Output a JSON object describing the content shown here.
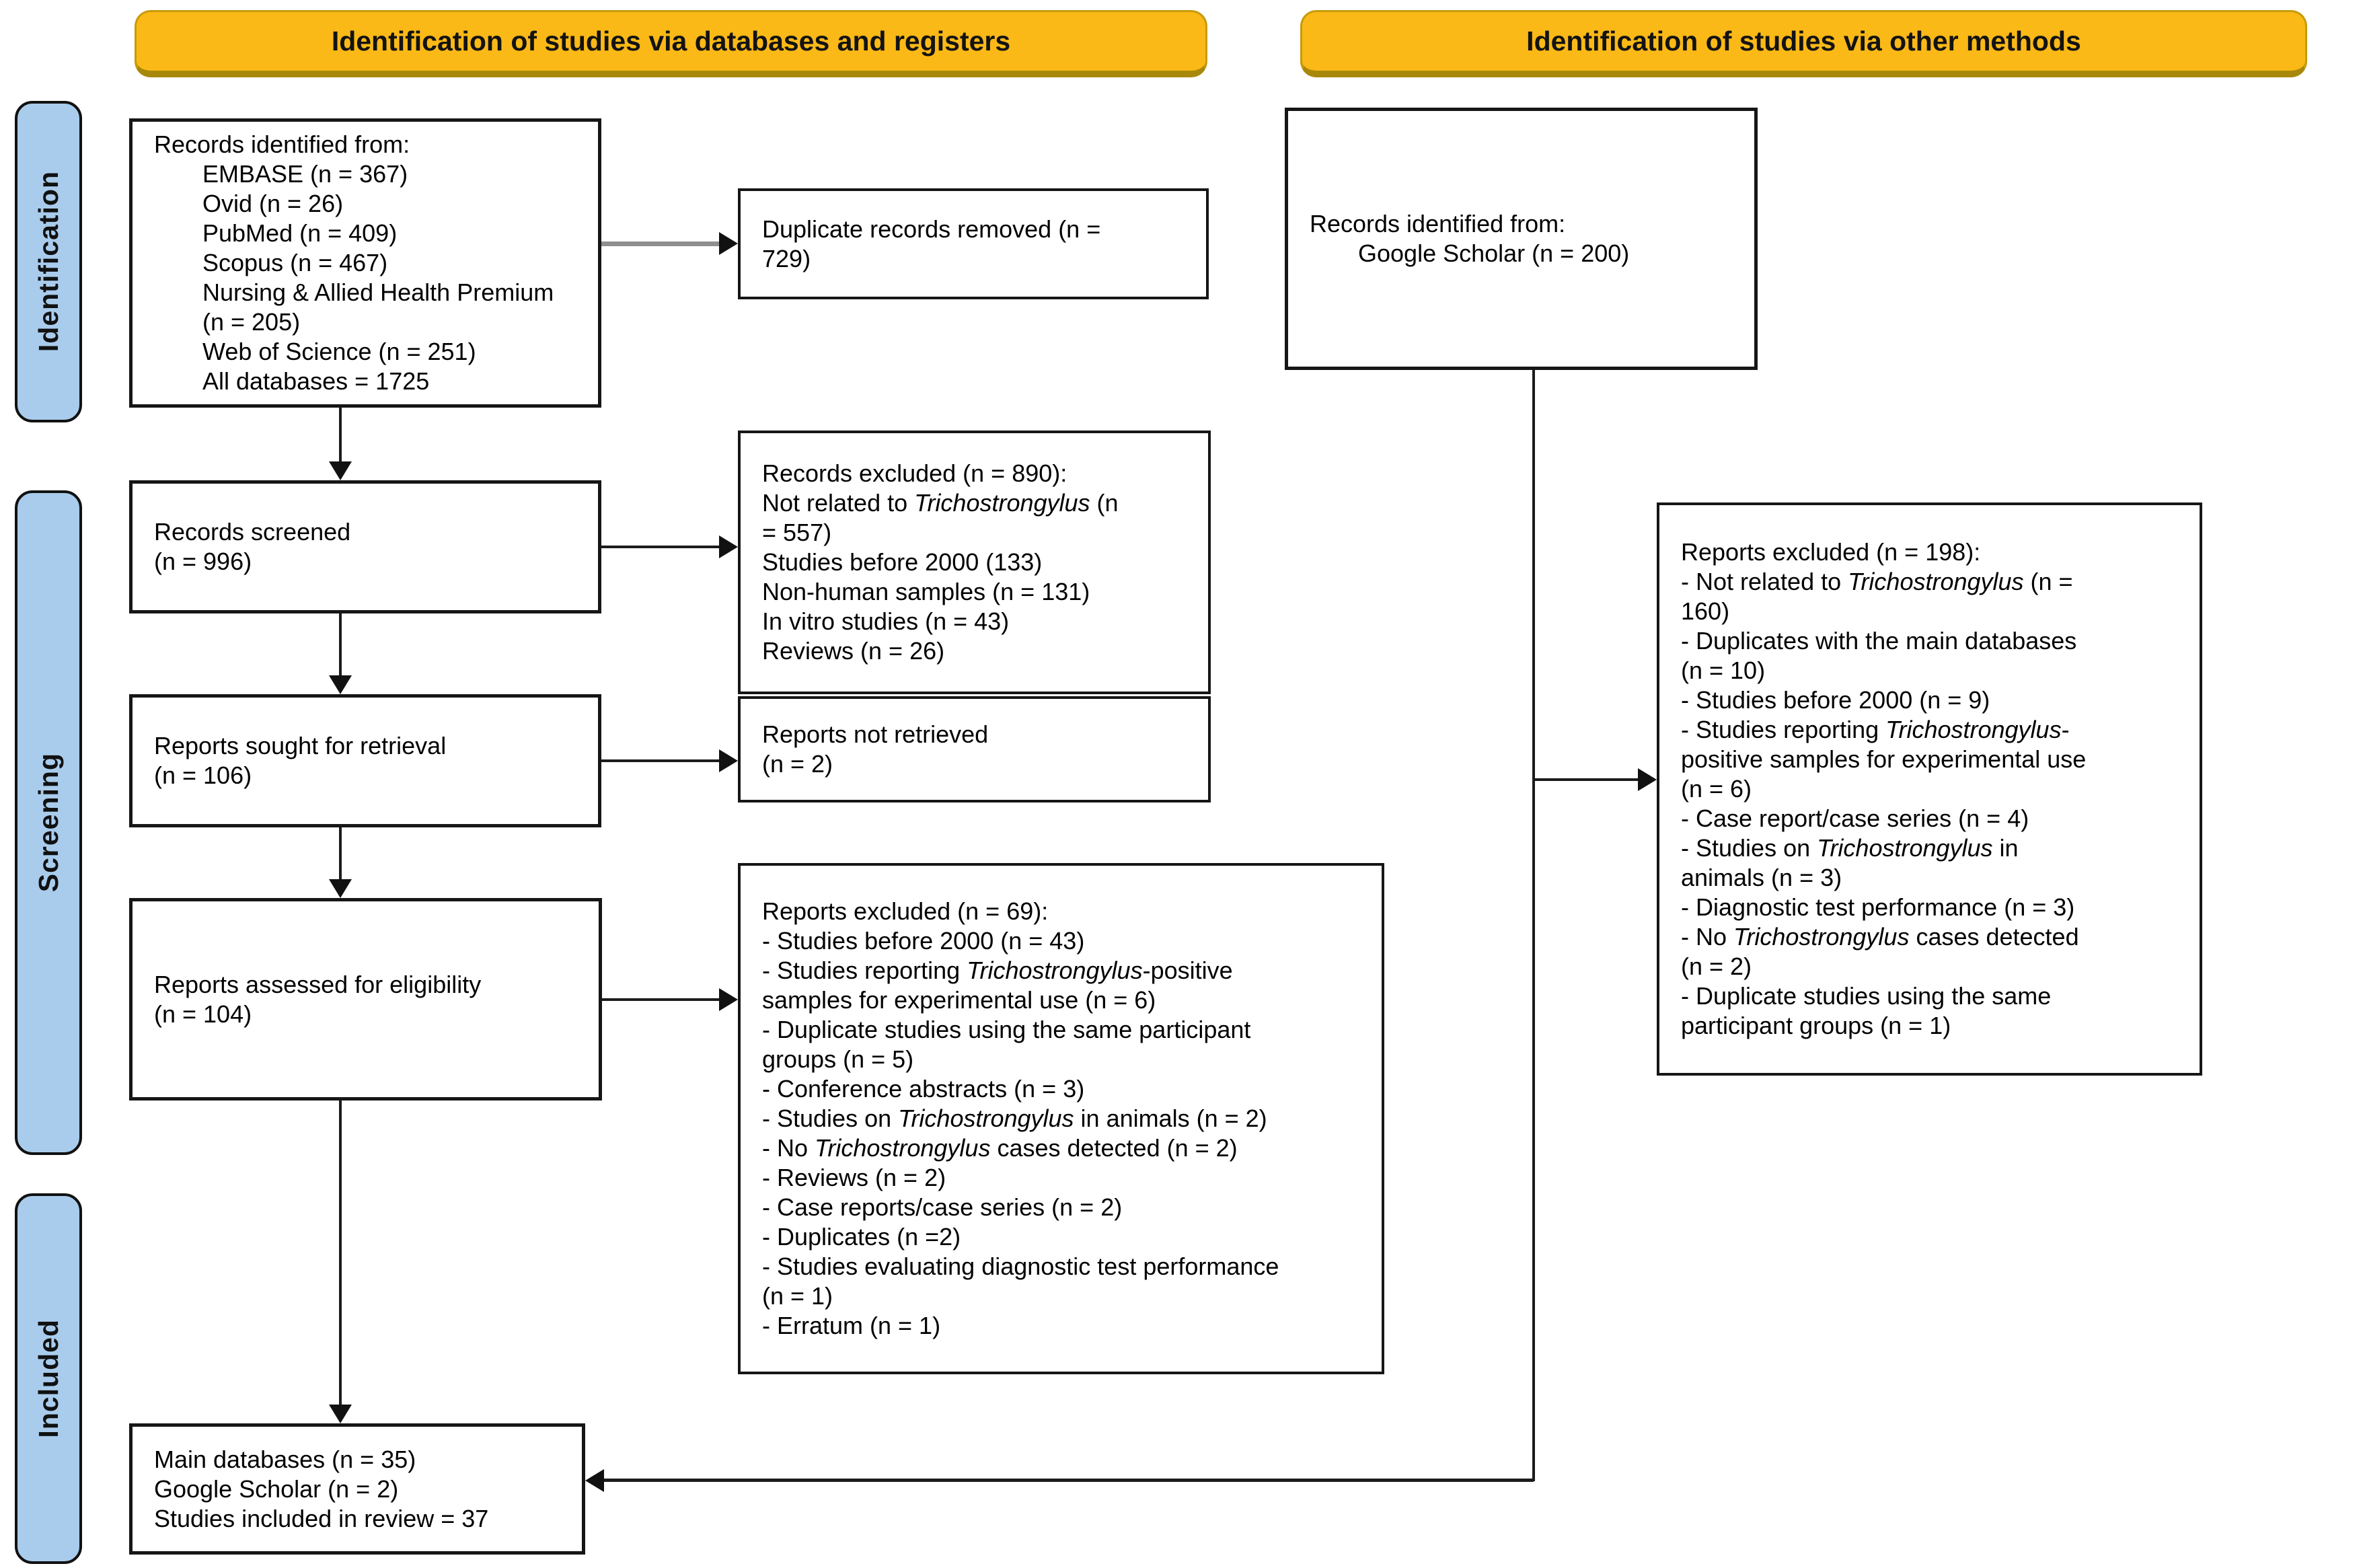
{
  "colors": {
    "banner_fill": "#FBB917",
    "banner_edge": "#C79B0B",
    "banner_shadow": "#A8880A",
    "sidebar_fill": "#A9CCEC"
  },
  "banners": {
    "left": "Identification of studies via databases and registers",
    "right": "Identification of studies via other methods"
  },
  "sidebar": {
    "identification": "Identification",
    "screening": "Screening",
    "included": "Included"
  },
  "boxes": {
    "records_identified_db": {
      "lines": [
        {
          "runs": [
            "Records identified from:"
          ]
        },
        {
          "indent": 1,
          "runs": [
            "EMBASE (n = 367)"
          ]
        },
        {
          "indent": 1,
          "runs": [
            "Ovid (n = 26)"
          ]
        },
        {
          "indent": 1,
          "runs": [
            "PubMed (n = 409)"
          ]
        },
        {
          "indent": 1,
          "runs": [
            "Scopus (n = 467)"
          ]
        },
        {
          "indent": 1,
          "runs": [
            "Nursing & Allied Health Premium"
          ]
        },
        {
          "indent": 1,
          "runs": [
            "(n = 205)"
          ]
        },
        {
          "indent": 1,
          "runs": [
            "Web of Science (n = 251)"
          ]
        },
        {
          "indent": 1,
          "runs": [
            "All databases = 1725"
          ]
        }
      ]
    },
    "duplicate_records_removed": {
      "lines": [
        {
          "runs": [
            "Duplicate records removed (n ="
          ]
        },
        {
          "runs": [
            "729)"
          ]
        }
      ]
    },
    "records_screened": {
      "lines": [
        {
          "runs": [
            "Records screened"
          ]
        },
        {
          "runs": [
            "(n = 996)"
          ]
        }
      ]
    },
    "records_excluded_890": {
      "lines": [
        {
          "runs": [
            "Records excluded (n = 890):"
          ]
        },
        {
          "runs": [
            "Not related to ",
            {
              "t": "Trichostrongylus",
              "i": 1
            },
            " (n"
          ]
        },
        {
          "runs": [
            "= 557)"
          ]
        },
        {
          "runs": [
            "Studies before 2000 (133)"
          ]
        },
        {
          "runs": [
            "Non-human samples (n = 131)"
          ]
        },
        {
          "runs": [
            "In vitro studies (n = 43)"
          ]
        },
        {
          "runs": [
            "Reviews (n = 26)"
          ]
        }
      ]
    },
    "reports_sought": {
      "lines": [
        {
          "runs": [
            "Reports sought for retrieval"
          ]
        },
        {
          "runs": [
            "(n = 106)"
          ]
        }
      ]
    },
    "reports_not_retrieved": {
      "lines": [
        {
          "runs": [
            "Reports not retrieved"
          ]
        },
        {
          "runs": [
            "(n = 2)"
          ]
        }
      ]
    },
    "reports_assessed": {
      "lines": [
        {
          "runs": [
            "Reports assessed for eligibility"
          ]
        },
        {
          "runs": [
            "(n = 104)"
          ]
        }
      ]
    },
    "reports_excluded_69": {
      "lines": [
        {
          "runs": [
            "Reports excluded (n = 69):"
          ]
        },
        {
          "runs": [
            "- Studies before 2000 (n = 43)"
          ]
        },
        {
          "runs": [
            "- Studies reporting ",
            {
              "t": "Trichostrongylus",
              "i": 1
            },
            "-positive"
          ]
        },
        {
          "runs": [
            "samples for experimental use (n = 6)"
          ]
        },
        {
          "runs": [
            "- Duplicate studies using the same participant"
          ]
        },
        {
          "runs": [
            "groups (n = 5)"
          ]
        },
        {
          "runs": [
            "- Conference abstracts (n = 3)"
          ]
        },
        {
          "runs": [
            "- Studies on ",
            {
              "t": "Trichostrongylus",
              "i": 1
            },
            " in animals (n = 2)"
          ]
        },
        {
          "runs": [
            "- No ",
            {
              "t": "Trichostrongylus",
              "i": 1
            },
            " cases detected (n = 2)"
          ]
        },
        {
          "runs": [
            "- Reviews (n = 2)"
          ]
        },
        {
          "runs": [
            "- Case reports/case series (n = 2)"
          ]
        },
        {
          "runs": [
            "- Duplicates (n =2)"
          ]
        },
        {
          "runs": [
            "- Studies evaluating diagnostic test performance"
          ]
        },
        {
          "runs": [
            "(n = 1)"
          ]
        },
        {
          "runs": [
            "- Erratum (n = 1)"
          ]
        }
      ]
    },
    "included_studies": {
      "lines": [
        {
          "runs": [
            "Main databases (n = 35)"
          ]
        },
        {
          "runs": [
            "Google Scholar (n = 2)"
          ]
        },
        {
          "runs": [
            "Studies included in review = 37"
          ]
        }
      ]
    },
    "records_identified_other": {
      "lines": [
        {
          "runs": [
            "Records identified from:"
          ]
        },
        {
          "indent": 1,
          "runs": [
            "Google Scholar (n = 200)"
          ]
        }
      ]
    },
    "reports_excluded_198": {
      "lines": [
        {
          "runs": [
            "Reports excluded (n = 198):"
          ]
        },
        {
          "runs": [
            "- Not related to ",
            {
              "t": "Trichostrongylus",
              "i": 1
            },
            " (n ="
          ]
        },
        {
          "runs": [
            "160)"
          ]
        },
        {
          "runs": [
            "- Duplicates with the main databases"
          ]
        },
        {
          "runs": [
            "(n = 10)"
          ]
        },
        {
          "runs": [
            "- Studies before 2000 (n = 9)"
          ]
        },
        {
          "runs": [
            "- Studies reporting ",
            {
              "t": "Trichostrongylus",
              "i": 1
            },
            "-"
          ]
        },
        {
          "runs": [
            "positive samples for experimental use"
          ]
        },
        {
          "runs": [
            "(n = 6)"
          ]
        },
        {
          "runs": [
            "- Case report/case series (n = 4)"
          ]
        },
        {
          "runs": [
            "- Studies on ",
            {
              "t": "Trichostrongylus",
              "i": 1
            },
            " in"
          ]
        },
        {
          "runs": [
            "animals (n = 3)"
          ]
        },
        {
          "runs": [
            "- Diagnostic test performance (n = 3)"
          ]
        },
        {
          "runs": [
            "- No ",
            {
              "t": "Trichostrongylus",
              "i": 1
            },
            " cases detected"
          ]
        },
        {
          "runs": [
            "(n = 2)"
          ]
        },
        {
          "runs": [
            "- Duplicate studies using the same"
          ]
        },
        {
          "runs": [
            "participant groups (n = 1)"
          ]
        }
      ]
    }
  }
}
